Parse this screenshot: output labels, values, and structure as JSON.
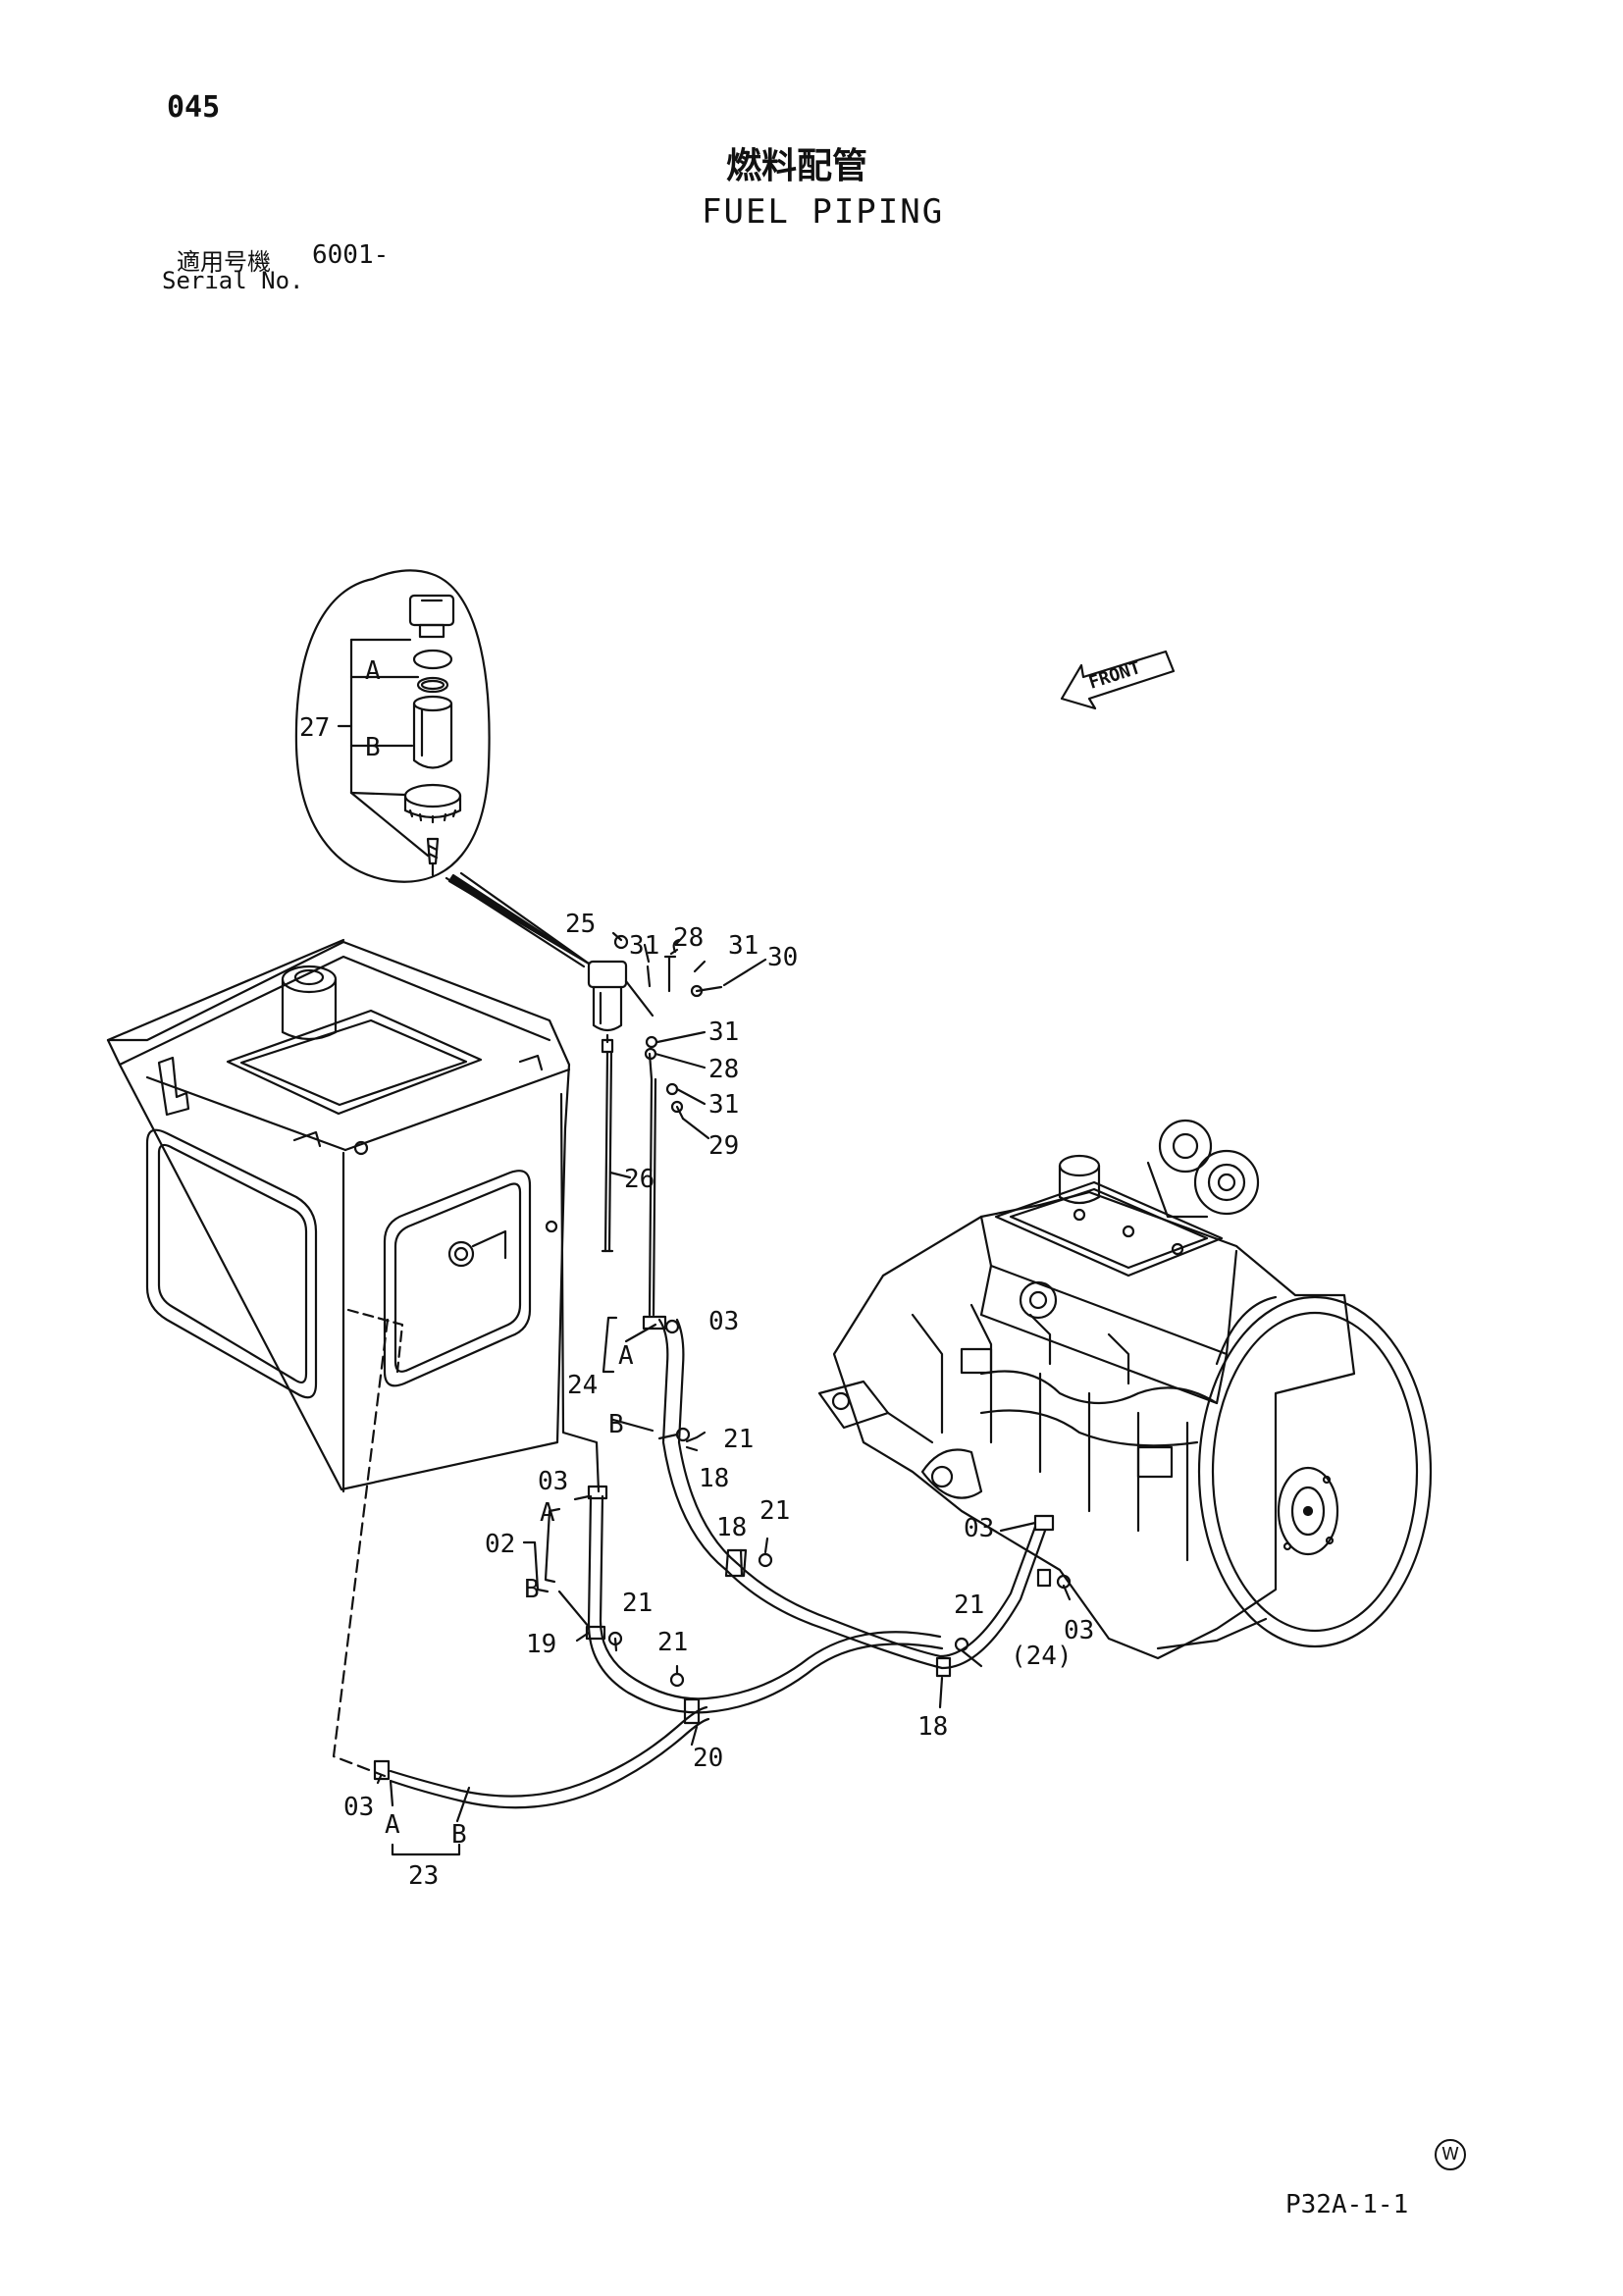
{
  "page": {
    "number": "045",
    "title_jp": "燃料配管",
    "title_en": "FUEL PIPING",
    "serial_label_jp": "適用号機",
    "serial_value": "6001-",
    "serial_label_en": "Serial No.",
    "page_code": "P32A-1-1",
    "circle_mark": "W"
  },
  "diagram": {
    "front_arrow_label": "FRONT",
    "callouts": [
      {
        "label": "27"
      },
      {
        "label": "A"
      },
      {
        "label": "B"
      },
      {
        "label": "25"
      },
      {
        "label": "31"
      },
      {
        "label": "28"
      },
      {
        "label": "31"
      },
      {
        "label": "30"
      },
      {
        "label": "31"
      },
      {
        "label": "28"
      },
      {
        "label": "31"
      },
      {
        "label": "29"
      },
      {
        "label": "26"
      },
      {
        "label": "03"
      },
      {
        "label": "A"
      },
      {
        "label": "24"
      },
      {
        "label": "B"
      },
      {
        "label": "21"
      },
      {
        "label": "18"
      },
      {
        "label": "03"
      },
      {
        "label": "A"
      },
      {
        "label": "02"
      },
      {
        "label": "B"
      },
      {
        "label": "18"
      },
      {
        "label": "21"
      },
      {
        "label": "21"
      },
      {
        "label": "19"
      },
      {
        "label": "21"
      },
      {
        "label": "20"
      },
      {
        "label": "03"
      },
      {
        "label": "21"
      },
      {
        "label": "(24)"
      },
      {
        "label": "03"
      },
      {
        "label": "18"
      },
      {
        "label": "03"
      },
      {
        "label": "A"
      },
      {
        "label": "B"
      },
      {
        "label": "23"
      }
    ],
    "icons": {
      "tank": "fuel-tank-icon",
      "engine": "engine-icon",
      "filter": "fuel-filter-icon"
    }
  }
}
